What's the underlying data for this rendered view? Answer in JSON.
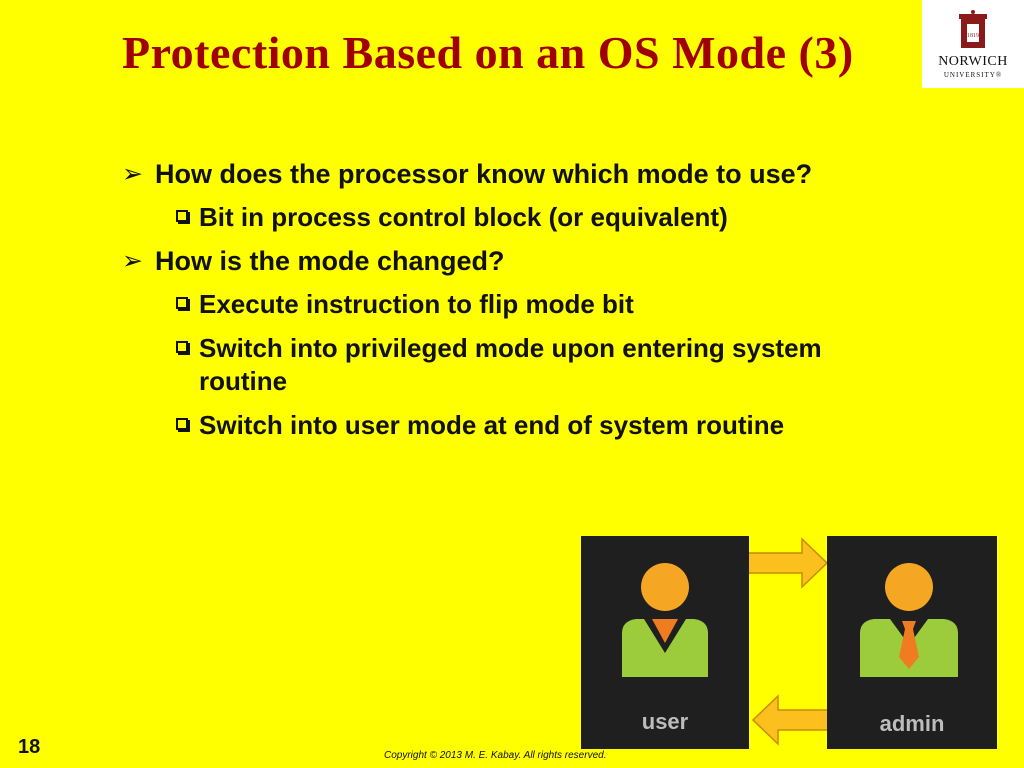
{
  "slide": {
    "title": "Protection Based on an OS Mode (3)",
    "number": "18",
    "copyright": "Copyright © 2013 M. E. Kabay.  All rights reserved."
  },
  "logo": {
    "name": "NORWICH",
    "sub": "UNIVERSITY®",
    "year": "1819"
  },
  "bullets": [
    {
      "level": 1,
      "text": "How does the processor know which mode to use?"
    },
    {
      "level": 2,
      "text": "Bit in process control block (or equivalent)"
    },
    {
      "level": 1,
      "text": "How is the mode changed?"
    },
    {
      "level": 2,
      "text": "Execute instruction to flip mode bit"
    },
    {
      "level": 2,
      "text": "Switch into privileged mode upon entering system routine"
    },
    {
      "level": 2,
      "text": "Switch into user mode at end of system routine"
    }
  ],
  "illustration": {
    "user_label": "user",
    "admin_label": "admin"
  },
  "colors": {
    "background": "#ffff00",
    "title": "#a00000",
    "panel": "#1f1f1f",
    "head": "#f5a623",
    "body": "#9ccc3c",
    "tie": "#f07c22",
    "arrow": "#fbbf1e"
  }
}
